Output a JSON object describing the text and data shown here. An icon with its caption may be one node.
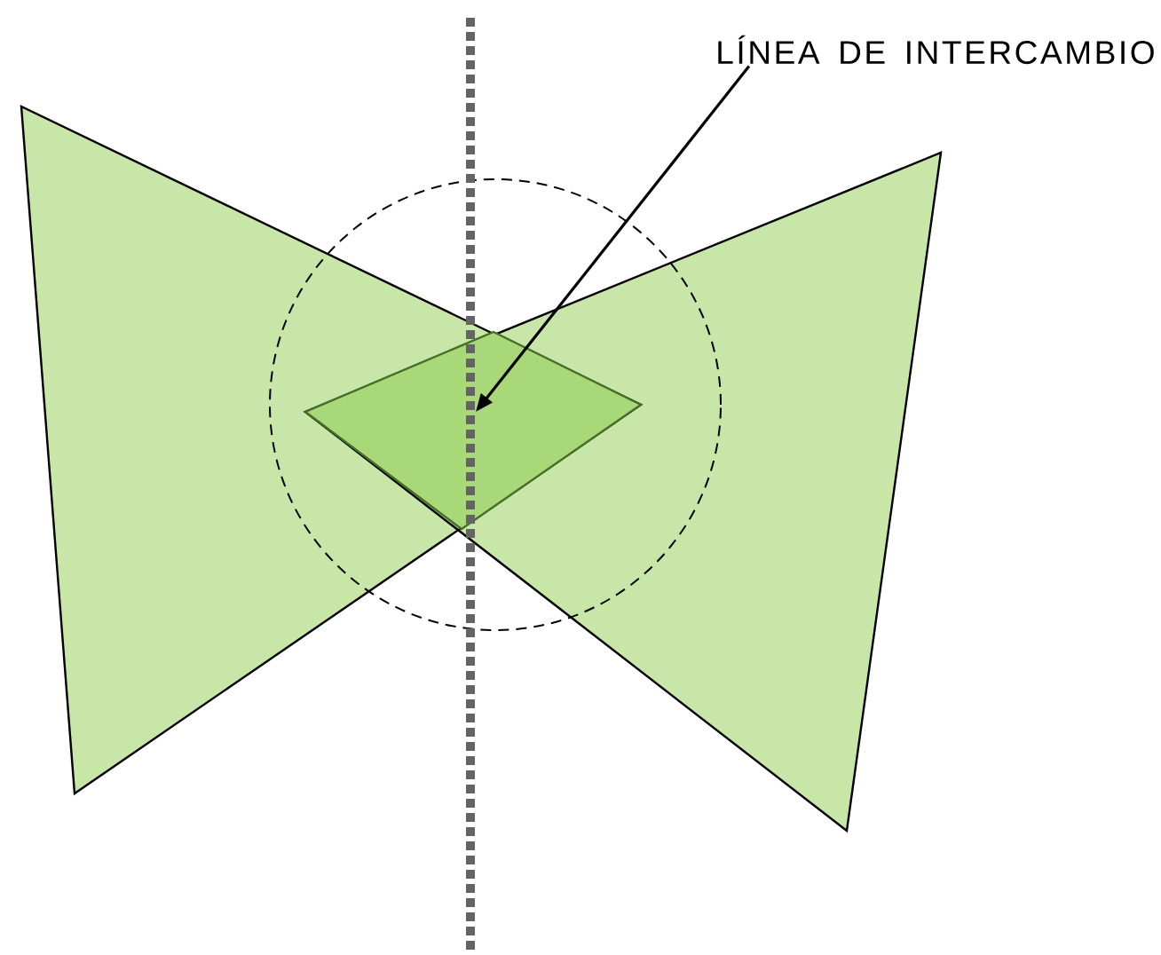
{
  "diagram": {
    "nodes": [
      {
        "text": [
          "LÍNEA DE INTERCAMBIO"
        ]
      },
      {
        "text": [],
        "shape": "diamond"
      }
    ],
    "edges": [
      {
        "from": 0,
        "to": 1,
        "arrow": "to"
      }
    ]
  }
}
